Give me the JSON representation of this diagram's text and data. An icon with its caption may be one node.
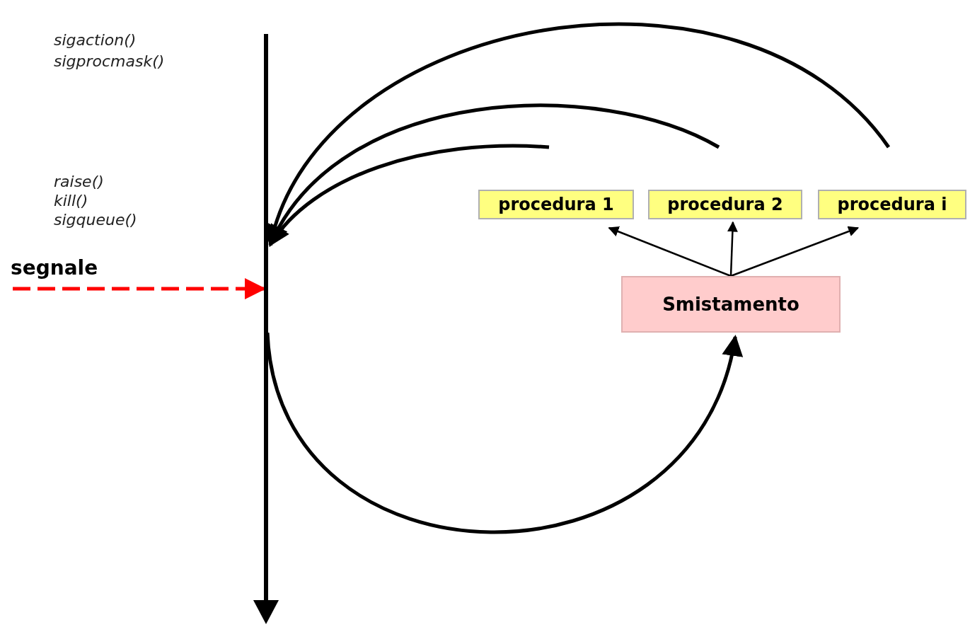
{
  "diagram": {
    "nodes": [
      {
        "text": [],
        "shape": "line"
      },
      {
        "text": [
          "Smistamento"
        ]
      },
      {
        "text": [
          "procedura 1"
        ]
      },
      {
        "text": [
          "procedura 2"
        ]
      },
      {
        "text": [
          "procedura i"
        ]
      }
    ],
    "edges": [
      {
        "from": null,
        "to": 0,
        "arrow": "to",
        "label": "segnale",
        "style": "dashed",
        "color": "#ff0000"
      },
      {
        "from": 0,
        "to": 1,
        "arrow": "to"
      },
      {
        "from": 1,
        "to": 2,
        "arrow": "to"
      },
      {
        "from": 1,
        "to": 3,
        "arrow": "to"
      },
      {
        "from": 1,
        "to": 4,
        "arrow": "to"
      },
      {
        "from": null,
        "to": 0,
        "arrow": "to"
      },
      {
        "from": null,
        "to": 0,
        "arrow": "to"
      },
      {
        "from": null,
        "to": 0,
        "arrow": "to"
      }
    ],
    "labels": [
      "sigaction()",
      "sigprocmask()",
      "raise()",
      "kill()",
      "sigqueue()"
    ]
  }
}
